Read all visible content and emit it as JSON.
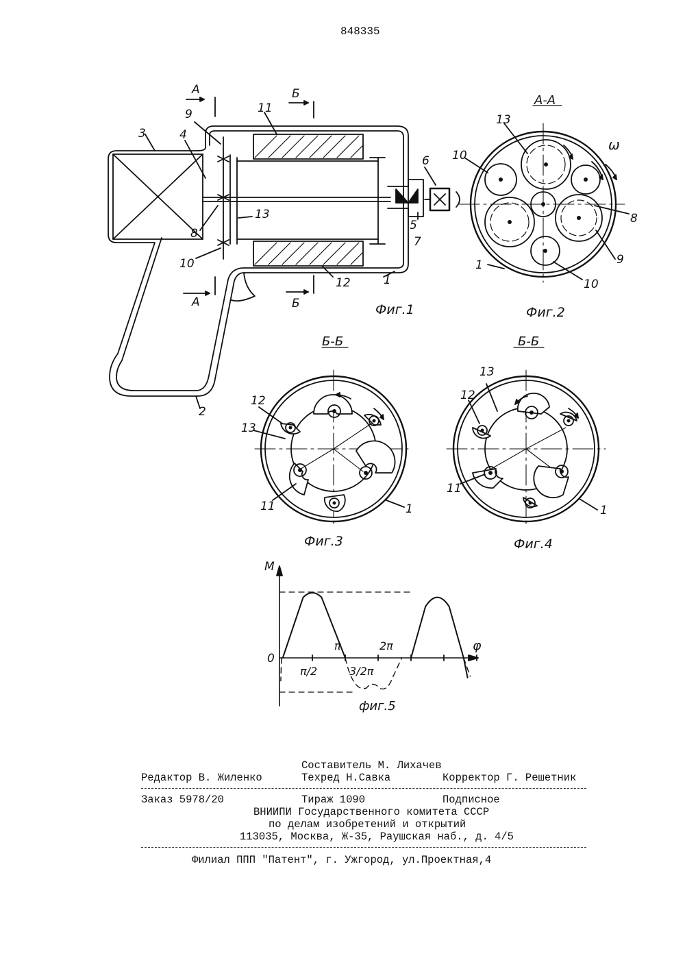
{
  "patent_number": "848335",
  "figures": {
    "fig1": {
      "caption": "Фиг.1",
      "section_marks": [
        "А",
        "А",
        "Б",
        "Б"
      ],
      "labels": [
        "1",
        "2",
        "3",
        "4",
        "5",
        "6",
        "7",
        "8",
        "9",
        "10",
        "11",
        "12",
        "13"
      ]
    },
    "fig2": {
      "title": "А-А",
      "caption": "Фиг.2",
      "omega": "ω",
      "labels": [
        "13",
        "10",
        "8",
        "9",
        "1",
        "10"
      ]
    },
    "fig3": {
      "title": "Б-Б",
      "caption": "Фиг.3",
      "labels": [
        "12",
        "13",
        "11",
        "1"
      ]
    },
    "fig4": {
      "title": "Б-Б",
      "caption": "Фиг.4",
      "labels": [
        "12",
        "13",
        "11",
        "1"
      ]
    },
    "fig5": {
      "caption": "фиг.5",
      "y_axis": "M",
      "x_axis": "φ",
      "origin": "0",
      "ticks": [
        "π/2",
        "π",
        "3/2π",
        "2π"
      ]
    }
  },
  "chart_data": {
    "type": "line",
    "x": [
      0,
      0.5,
      1.0,
      1.5,
      2.0,
      2.5,
      3.0
    ],
    "x_units": "π",
    "series": [
      {
        "values": [
          0,
          1,
          0,
          -0.5,
          0,
          1,
          0
        ],
        "style": "solid"
      }
    ],
    "xlabel": "φ",
    "ylabel": "M",
    "tick_labels": [
      "0",
      "π/2",
      "π",
      "3/2π",
      "2π"
    ]
  },
  "colophon": {
    "compiler": "Составитель М. Лихачев",
    "editor": "Редактор В. Жиленко",
    "techred": "Техред Н.Савка",
    "corrector": "Корректор Г. Решетник",
    "order": "Заказ 5978/20",
    "circulation": "Тираж 1090",
    "subscription": "Подписное",
    "institute": "ВНИИПИ Государственного комитета СССР",
    "affairs": "по делам изобретений и открытий",
    "address": "113035, Москва, Ж-35, Раушская наб., д. 4/5",
    "branch": "Филиал ППП \"Патент\", г. Ужгород, ул.Проектная,4"
  }
}
